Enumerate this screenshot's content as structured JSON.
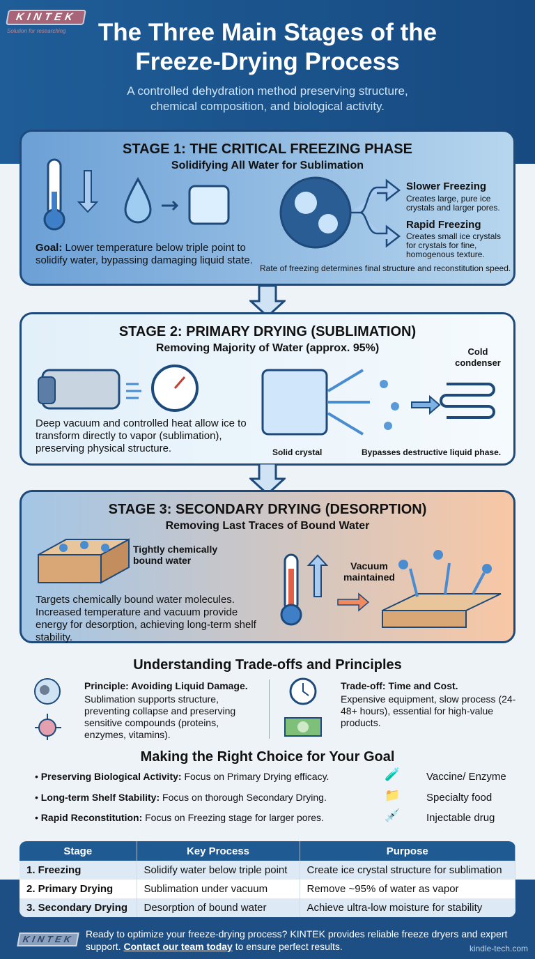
{
  "header": {
    "logo": "KINTEK",
    "logo_tagline": "Solution for researching",
    "title": "The Three Main Stages of the Freeze-Drying Process",
    "subtitle": "A controlled dehydration method preserving structure, chemical composition, and biological activity."
  },
  "stage1": {
    "title": "STAGE 1: THE CRITICAL FREEZING PHASE",
    "subtitle": "Solidifying All Water for Sublimation",
    "goal_label": "Goal:",
    "goal_text": "Lower temperature below triple point to solidify water, bypassing damaging liquid state.",
    "slow_title": "Slower Freezing",
    "slow_text": "Creates large, pure ice crystals and larger pores.",
    "rapid_title": "Rapid Freezing",
    "rapid_text": "Creates small ice crystals for crystals for fine, homogenous texture.",
    "note": "Rate of freezing determines final structure and reconstitution speed."
  },
  "stage2": {
    "title": "STAGE 2: PRIMARY DRYING (SUBLIMATION)",
    "subtitle": "Removing Majority of Water (approx. 95%)",
    "condenser": "Cold condenser",
    "text": "Deep vacuum and controlled heat allow ice to transform directly to vapor (sublimation), preserving physical structure.",
    "crystal": "Solid crystal",
    "bypass": "Bypasses destructive liquid phase."
  },
  "stage3": {
    "title": "STAGE 3: SECONDARY DRYING (DESORPTION)",
    "subtitle": "Removing Last Traces of Bound Water",
    "bound": "Tightly chemically bound water",
    "vacuum": "Vacuum maintained",
    "text": "Targets chemically bound water molecules. Increased temperature and vacuum provide energy for desorption, achieving long-term shelf stability."
  },
  "tradeoffs": {
    "title": "Understanding Trade-offs and Principles",
    "principle_title": "Principle: Avoiding Liquid Damage.",
    "principle_text": "Sublimation supports structure, preventing collapse and preserving sensitive compounds (proteins, enzymes, vitamins).",
    "tradeoff_title": "Trade-off: Time and Cost.",
    "tradeoff_text": "Expensive equipment, slow process (24-48+ hours), essential for high-value products."
  },
  "choice": {
    "title": "Making the Right Choice for Your Goal",
    "items": [
      {
        "label": "Preserving Biological Activity:",
        "text": "Focus on Primary Drying efficacy.",
        "app": "Vaccine/ Enzyme"
      },
      {
        "label": "Long-term Shelf Stability:",
        "text": "Focus on thorough Secondary Drying.",
        "app": "Specialty food"
      },
      {
        "label": "Rapid Reconstitution:",
        "text": "Focus on Freezing stage for larger pores.",
        "app": "Injectable drug"
      }
    ]
  },
  "table": {
    "headers": [
      "Stage",
      "Key Process",
      "Purpose"
    ],
    "rows": [
      [
        "1. Freezing",
        "Solidify water below triple point",
        "Create ice crystal structure for sublimation"
      ],
      [
        "2. Primary Drying",
        "Sublimation under vacuum",
        "Remove ~95% of water as vapor"
      ],
      [
        "3. Secondary Drying",
        "Desorption of bound water",
        "Achieve ultra-low moisture for stability"
      ]
    ]
  },
  "footer": {
    "logo": "KINTEK",
    "text1": "Ready to optimize your freeze-drying process? KINTEK provides reliable freeze dryers and expert support.",
    "link": "Contact our team today",
    "text2": "to ensure perfect results.",
    "url": "kindle-tech.com"
  },
  "colors": {
    "primary": "#1f5a92",
    "dark": "#1d4a7a",
    "accent_warm": "#f8c7a5"
  }
}
